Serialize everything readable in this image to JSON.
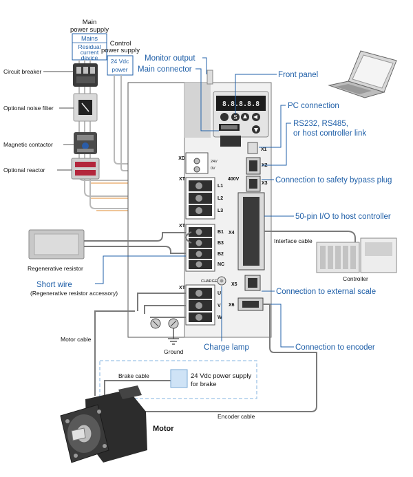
{
  "power": {
    "main_title_l1": "Main",
    "main_title_l2": "power supply",
    "mains": "Mains",
    "rcd_l1": "Residual",
    "rcd_l2": "current",
    "rcd_l3": "device",
    "control_l1": "Control",
    "control_l2": "power supply",
    "dc24_l1": "24 Vdc",
    "dc24_l2": "power"
  },
  "left_labels": {
    "circuit_breaker": "Circuit breaker",
    "noise_filter": "Optional noise filter",
    "magnetic_contactor": "Magnetic contactor",
    "reactor": "Optional reactor",
    "regen_resistor": "Regenerative resistor",
    "short_wire": "Short wire",
    "short_wire_note": "(Regenerative resistor accessory)",
    "motor_cable": "Motor cable",
    "ground": "Ground"
  },
  "callouts": {
    "monitor_output": "Monitor output",
    "main_connector": "Main connector",
    "front_panel": "Front panel",
    "pc_connection": "PC connection",
    "rs_l1": "RS232, RS485,",
    "rs_l2": "or host controller link",
    "safety_bypass": "Connection to safety bypass plug",
    "io_50pin": "50-pin I/O to host controller",
    "external_scale": "Connection to external scale",
    "charge_lamp": "Charge lamp",
    "encoder": "Connection to encoder"
  },
  "drive": {
    "display": "8.8.8.8.8",
    "key_s": "S",
    "terminals": {
      "xd": "XD",
      "v24": "24V",
      "v0": "0V",
      "xt1": "XT",
      "l1": "L1",
      "l2": "L2",
      "l3": "L3",
      "v400": "400V",
      "xt2": "XT",
      "b1": "B1",
      "b3": "B3",
      "b2": "B2",
      "nc": "NC",
      "charge": "CHARGE",
      "xt3": "XT",
      "u": "U",
      "v": "V",
      "w": "W",
      "x1": "X1",
      "x2": "X2",
      "x3": "X3",
      "x4": "X4",
      "x5": "X5",
      "x6": "X6"
    }
  },
  "bottom": {
    "interface_cable": "Interface cable",
    "controller": "Controller",
    "brake_cable": "Brake cable",
    "brake_ps_l1": "24 Vdc power supply",
    "brake_ps_l2": "for brake",
    "encoder_cable": "Encoder cable",
    "motor": "Motor"
  },
  "colors": {
    "callout_blue": "#1f5fa8",
    "drive_body": "#f1f1f1",
    "dashed_box": "#9ec3e6"
  },
  "icons": [
    "laptop-icon",
    "motor-icon",
    "controller-icon"
  ]
}
